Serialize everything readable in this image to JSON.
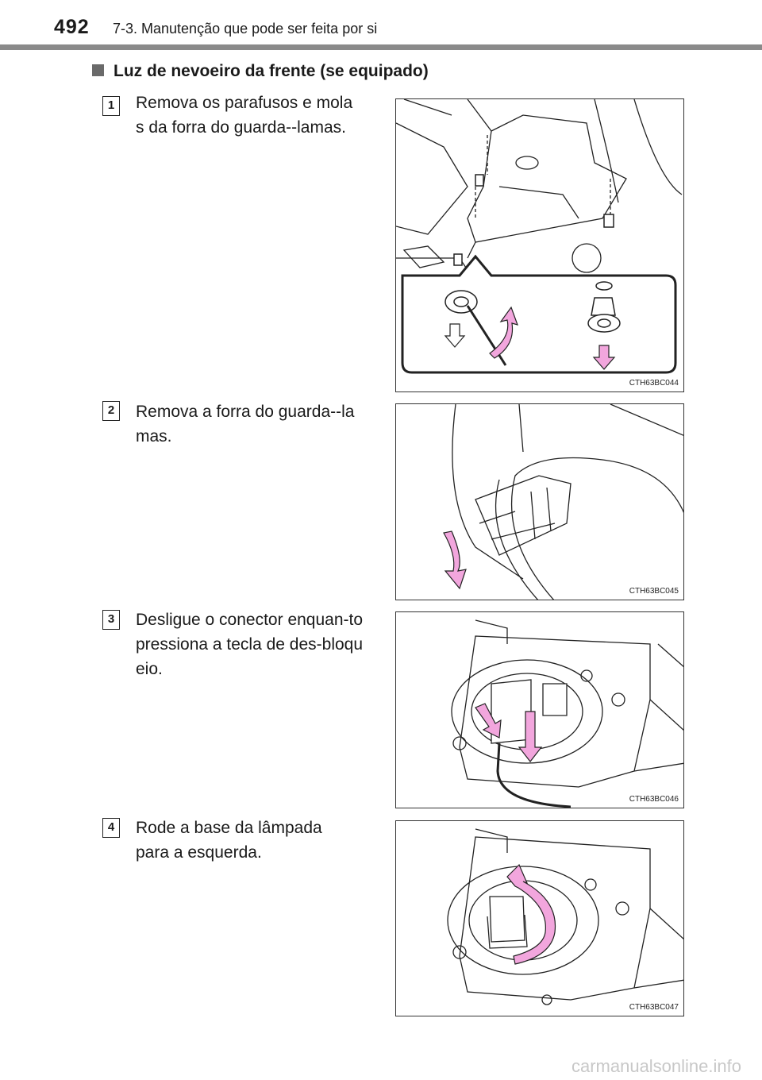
{
  "header": {
    "page_number": "492",
    "chapter_title": "7-3. Manutenção que pode ser feita por si"
  },
  "section": {
    "title": "Luz de nevoeiro da frente (se equipado)"
  },
  "steps": [
    {
      "number": "1",
      "text": "Remova os parafusos e molas da forra do guarda--lamas.",
      "figure_code": "CTH63BC044"
    },
    {
      "number": "2",
      "text": "Remova a forra do guarda--lamas.",
      "figure_code": "CTH63BC045"
    },
    {
      "number": "3",
      "text": "Desligue o conector enquan-to pressiona a tecla de des-bloqueio.",
      "figure_code": "CTH63BC046"
    },
    {
      "number": "4",
      "text": "Rode a base da lâmpada para a esquerda.",
      "figure_code": "CTH63BC047"
    }
  ],
  "colors": {
    "arrow_fill": "#f2a6dd",
    "line": "#222222",
    "header_rule": "#8a8a8a"
  },
  "footer": {
    "watermark": "carmanualsonline.info"
  }
}
